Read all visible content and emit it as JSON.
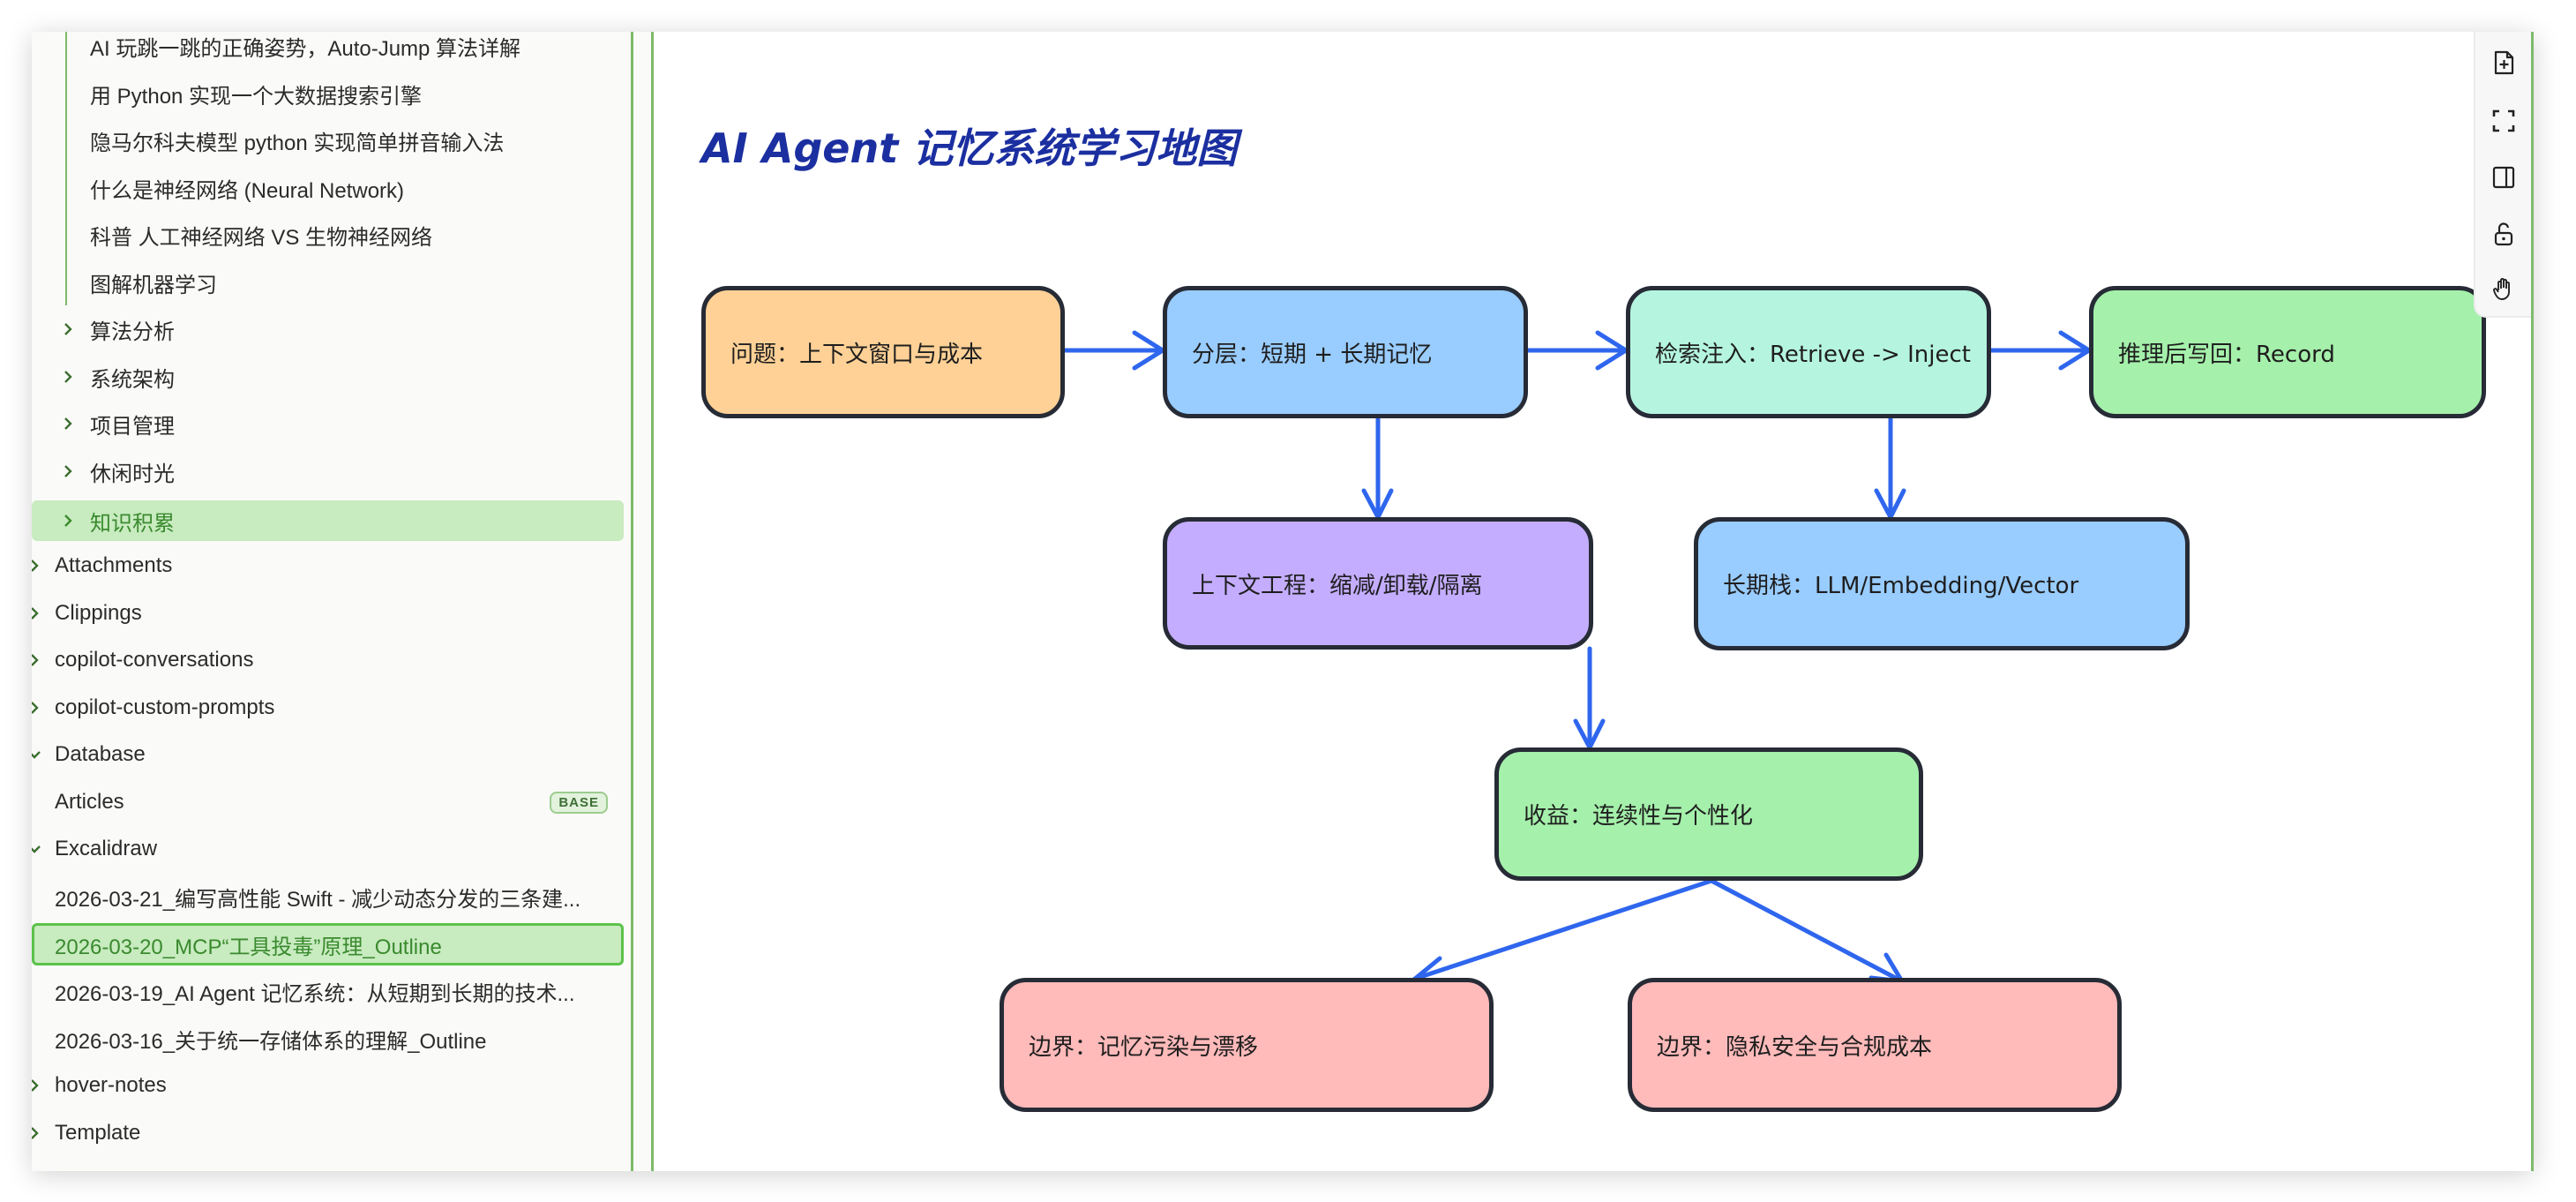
{
  "sidebar": {
    "nested_items": [
      "AI 玩跳一跳的正确姿势，Auto-Jump 算法详解",
      "用 Python 实现一个大数据搜索引擎",
      "隐马尔科夫模型 python 实现简单拼音输入法",
      "什么是神经网络 (Neural Network)",
      "科普 人工神经网络 VS 生物神经网络",
      "图解机器学习"
    ],
    "sub_folders": [
      "算法分析",
      "系统架构",
      "项目管理",
      "休闲时光",
      "知识积累"
    ],
    "top_folders_a": [
      "Attachments",
      "Clippings",
      "copilot-conversations",
      "copilot-custom-prompts"
    ],
    "database": "Database",
    "articles": "Articles",
    "articles_badge": "BASE",
    "excalidraw": "Excalidraw",
    "excalidraw_files": [
      "2026-03-21_编写高性能 Swift - 减少动态分发的三条建...",
      "2026-03-20_MCP“工具投毒”原理_Outline",
      "2026-03-19_AI Agent 记忆系统：从短期到长期的技术...",
      "2026-03-16_关于统一存储体系的理解_Outline"
    ],
    "top_folders_b": [
      "hover-notes",
      "Template"
    ]
  },
  "canvas": {
    "title": "AI Agent 记忆系统学习地图",
    "nodes": {
      "problem": "问题：上下文窗口与成本",
      "layering": "分层：短期 + 长期记忆",
      "retrieve": "检索注入：Retrieve -> Inject",
      "record": "推理后写回：Record",
      "context": "上下文工程：缩减/卸载/隔离",
      "longterm": "长期栈：LLM/Embedding/Vector",
      "benefit": "收益：连续性与个性化",
      "boundary1": "边界：记忆污染与漂移",
      "boundary2": "边界：隐私安全与合规成本"
    },
    "colors": {
      "orange": "#ffd196",
      "blue": "#99ccff",
      "mint": "#b5f5e0",
      "green": "#a5f0ab",
      "purple": "#c4adff",
      "pink": "#ffbaba",
      "arrow": "#2f66ee",
      "title": "#1b2fa0"
    }
  },
  "toolbar": {
    "icons": [
      "new-file-icon",
      "fullscreen-icon",
      "sidebar-toggle-icon",
      "unlock-icon",
      "hand-pan-icon"
    ]
  }
}
